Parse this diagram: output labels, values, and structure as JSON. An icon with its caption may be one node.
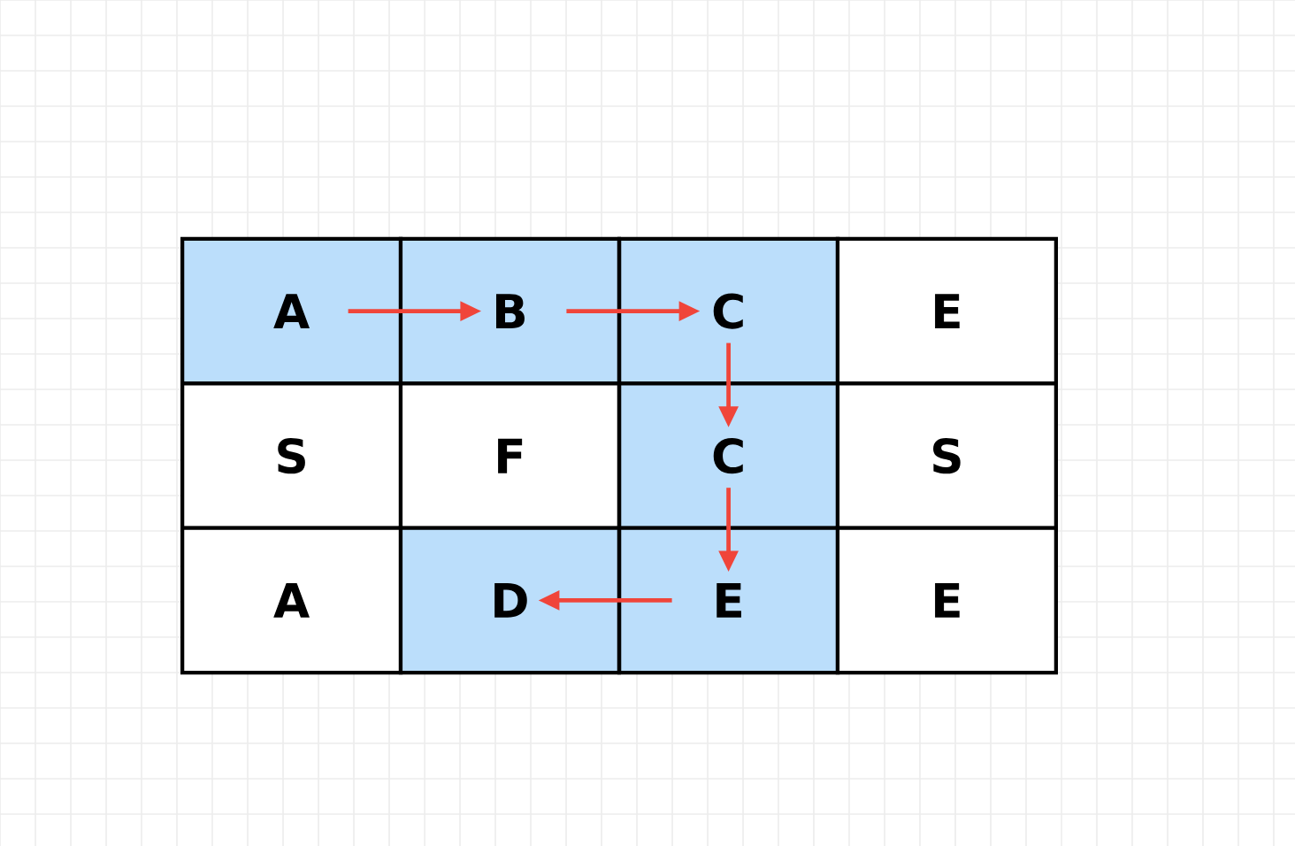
{
  "diagram": {
    "nodes": [
      {
        "text": [
          "A"
        ]
      },
      {
        "text": [
          "B"
        ]
      },
      {
        "text": [
          "C"
        ]
      },
      {
        "text": [
          "E"
        ]
      },
      {
        "text": [
          "S"
        ]
      },
      {
        "text": [
          "F"
        ]
      },
      {
        "text": [
          "C"
        ]
      },
      {
        "text": [
          "S"
        ]
      },
      {
        "text": [
          "A"
        ]
      },
      {
        "text": [
          "D"
        ]
      },
      {
        "text": [
          "E"
        ]
      },
      {
        "text": [
          "E"
        ]
      }
    ],
    "edges": [
      {
        "from": 0,
        "to": 1,
        "arrow": "to"
      },
      {
        "from": 1,
        "to": 2,
        "arrow": "to"
      },
      {
        "from": 2,
        "to": 6,
        "arrow": "to"
      },
      {
        "from": 6,
        "to": 10,
        "arrow": "to"
      },
      {
        "from": 10,
        "to": 9,
        "arrow": "to"
      }
    ]
  }
}
